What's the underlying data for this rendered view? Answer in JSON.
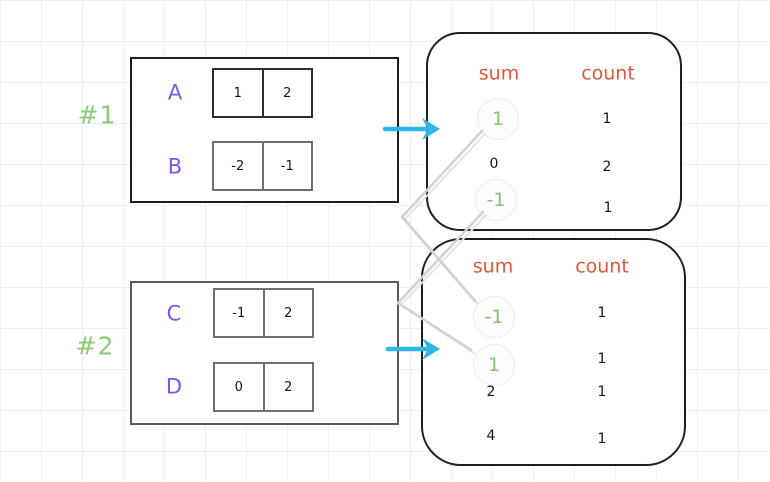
{
  "diagram": {
    "groups": [
      {
        "id": "#1",
        "rows": [
          {
            "label": "A",
            "cells": [
              "1",
              "2"
            ]
          },
          {
            "label": "B",
            "cells": [
              "-2",
              "-1"
            ]
          }
        ]
      },
      {
        "id": "#2",
        "rows": [
          {
            "label": "C",
            "cells": [
              "-1",
              "2"
            ]
          },
          {
            "label": "D",
            "cells": [
              "0",
              "2"
            ]
          }
        ]
      }
    ],
    "tables": [
      {
        "sum_header": "sum",
        "count_header": "count",
        "rows": [
          {
            "sum": "1",
            "count": "1",
            "highlighted": true
          },
          {
            "sum": "0",
            "count": "2",
            "highlighted": false
          },
          {
            "sum": "-1",
            "count": "1",
            "highlighted": true
          }
        ]
      },
      {
        "sum_header": "sum",
        "count_header": "count",
        "rows": [
          {
            "sum": "-1",
            "count": "1",
            "highlighted": true
          },
          {
            "sum": "1",
            "count": "1",
            "highlighted": true
          },
          {
            "sum": "2",
            "count": "1",
            "highlighted": false
          },
          {
            "sum": "4",
            "count": "1",
            "highlighted": false
          }
        ]
      }
    ],
    "colors": {
      "group_label_green": "#8CC979",
      "highlight_green": "#85C46F",
      "row_label_purple": "#7B55EE",
      "header_orange": "#E0583A",
      "arrow_cyan": "#2FB5E8",
      "connector_gray": "#D4D4D4"
    }
  }
}
